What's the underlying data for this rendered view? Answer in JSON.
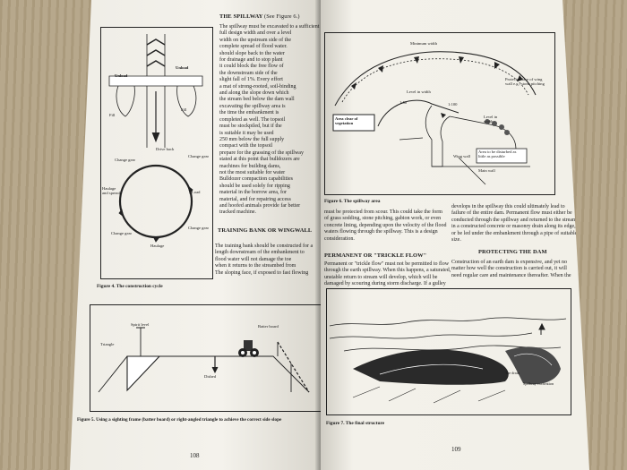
{
  "left_page": {
    "page_number": "108",
    "heading_spillway": "THE SPILLWAY",
    "heading_spillway_ref": "(See Figure 6.)",
    "spillway_lines": [
      "The spillway must be excavated to a sufficient",
      "full design width and over a level",
      "width on the upstream side of the",
      "complete spread of flood water.",
      "should slope back to the water",
      "for drainage and to stop plant",
      "it could block the free flow of",
      "the downstream side of the",
      "slight fall of 1%. Every effort",
      "a mat of strong-rooted, soil-binding",
      "and along the slope down which",
      "the stream bed below the dam wall",
      "excavating the spillway area is",
      "the time the embankment is",
      "completed as well. The topsoil",
      "must be stockpiled, but if the",
      "is suitable it may be used",
      "250 mm below the full supply",
      "compact with the topsoil",
      "prepare for the grassing of the spillway",
      "stated at this point that bulldozers are",
      "machines for building dams,",
      "not the most suitable for water",
      "Bulldozer compaction capabilities",
      "should be used solely for ripping",
      "material in the borrow area, for",
      "material, and for repairing access",
      "and hoofed animals provide far better",
      "tracked machine."
    ],
    "heading_training": "TRAINING BANK OR WINGWALL",
    "training_lines": [
      "The training bank should be constructed for a",
      "length downstream of the embankment to",
      "flood water will not damage the toe",
      "when it returns to the streambed from",
      "The sloping face, if exposed to fast flowing"
    ],
    "figure4": {
      "caption": "Figure 4.  The construction cycle",
      "unload_left": "Unload",
      "unload_right": "Unload",
      "fill_left": "Fill",
      "fill_right": "Fill",
      "cycle": [
        "Drive back",
        "Change gear",
        "Load",
        "Change gear",
        "Haulage",
        "Change gear",
        "Haulage and spread",
        "Change gear"
      ]
    },
    "figure5": {
      "caption": "Figure 5.  Using a sighting frame (batter board) or right-angled triangle to achieve the correct side slope",
      "spirit_level": "Spirit level",
      "batter_board": "Batter board",
      "triangle": "Triangle",
      "dished": "Dished"
    }
  },
  "right_page": {
    "page_number": "109",
    "figure6": {
      "caption": "Figure 6.  The spillway area",
      "minimum_width": "Minimum width",
      "level_in_width": "Level in width",
      "slope_a": "1:50",
      "slope_b": "1:100",
      "area_clear": "Area clear of vegetation",
      "protected_face": "Protected face of wing wall e.g., stone pitching",
      "level": "Level in width",
      "wing_wall": "Wing wall",
      "area_disturbed": "Area to be disturbed as little as possible",
      "main_wall": "Main wall"
    },
    "col1_lines": [
      "must be protected from scour. This could take the form",
      "of grass sodding, stone pitching, gabion work, or even",
      "concrete lining, depending upon the velocity of the flood",
      "waters flowing through the spillway. This is a design",
      "consideration."
    ],
    "heading_trickle": "PERMANENT OR \"TRICKLE FLOW\"",
    "trickle_lines": [
      "Permanent or \"trickle flow\" must not be permitted to flow",
      "through the earth spillway. When this happens, a saturated,",
      "unstable return to stream will develop, which will be",
      "damaged by scouring during storm discharge. If a gulley"
    ],
    "col2_lines": [
      "develops in the spillway this could ultimately lead to",
      "failure of the entire dam. Permanent flow must either be",
      "conducted through the spillway and returned to the stream",
      "in a constructed concrete or masonry drain along its edge,",
      "or be led under the embankment through a pipe of suitable",
      "size."
    ],
    "heading_protect": "PROTECTING THE DAM",
    "protect_lines": [
      "Construction of an earth dam is expensive, and yet no",
      "matter how well the construction is carried out, it will",
      "need regular care and maintenance thereafter. When the"
    ],
    "figure7": {
      "caption": "Figure 7.  The final structure",
      "toe_drain": "Toe drain",
      "spillway_excavation": "Spillway excavation"
    }
  }
}
